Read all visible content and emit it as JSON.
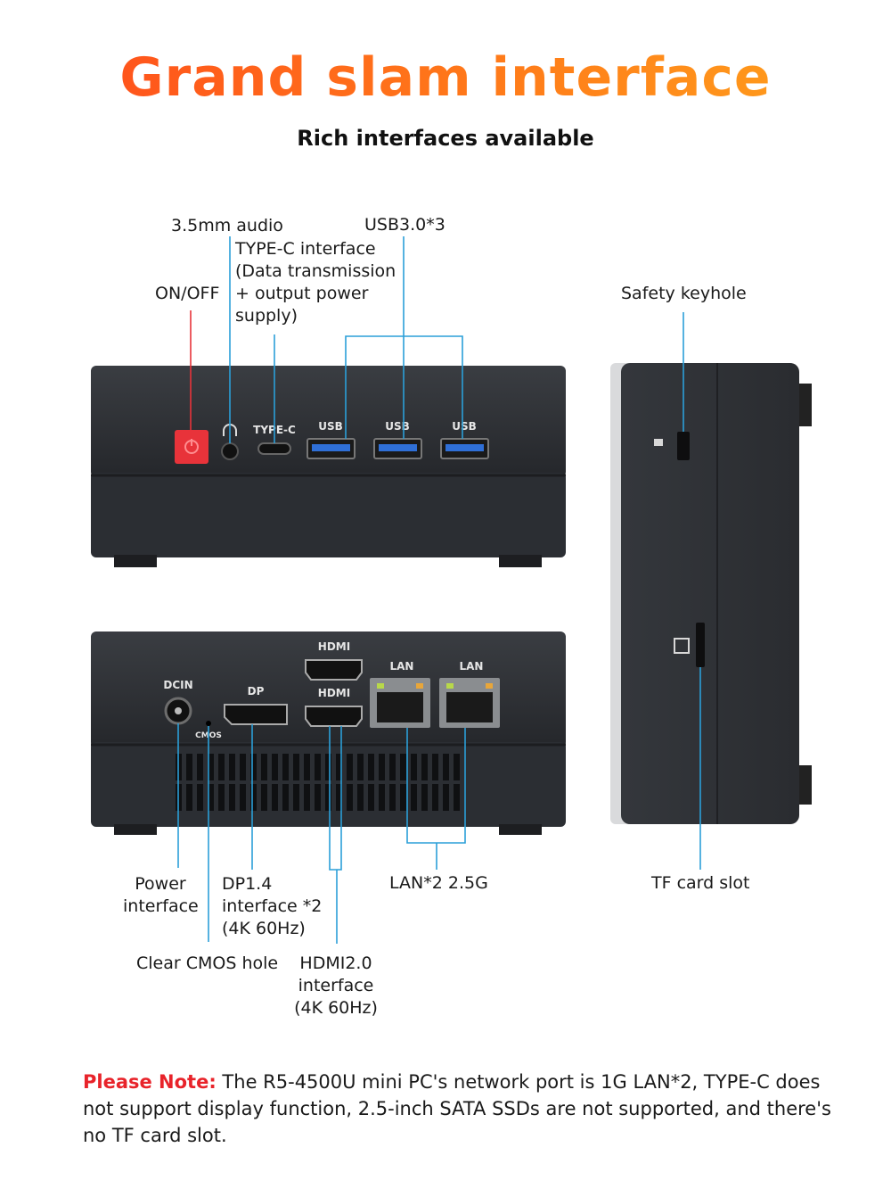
{
  "header": {
    "title": "Grand slam interface",
    "subtitle": "Rich interfaces available"
  },
  "front_panel": {
    "labels": {
      "audio": "3.5mm audio",
      "usb3": "USB3.0*3",
      "typec": "TYPE-C interface\n(Data transmission\n + output power\nsupply)",
      "onoff": "ON/OFF"
    },
    "ports": {
      "typec": "TYPE-C",
      "usb": [
        "USB",
        "USB",
        "USB"
      ]
    }
  },
  "side_panel": {
    "labels": {
      "keyhole": "Safety keyhole",
      "tf": "TF card slot"
    }
  },
  "back_panel": {
    "ports": {
      "hdmi": [
        "HDMI",
        "HDMI"
      ],
      "lan": [
        "LAN",
        "LAN"
      ],
      "dcin": "DCIN",
      "dp": "DP",
      "cmos": "CMOS"
    },
    "labels": {
      "power": "Power\ninterface",
      "dp": "DP1.4\ninterface *2\n(4K 60Hz)",
      "lan": "LAN*2 2.5G",
      "cmos": "Clear CMOS hole",
      "hdmi": "HDMI2.0\ninterface\n(4K 60Hz)"
    }
  },
  "note": {
    "prefix": "Please Note:",
    "text": " The R5-4500U mini PC's network port is 1G LAN*2, TYPE-C does not support display function, 2.5-inch SATA SSDs are not supported, and there's no TF card slot."
  },
  "colors": {
    "accent_orange": "#ff5a1c",
    "callout_line": "#2b9fd8",
    "power_button": "#e8333a",
    "note_highlight": "#e8232a",
    "device_body": "#2d3035",
    "usb_port": "#2f6fd6"
  }
}
